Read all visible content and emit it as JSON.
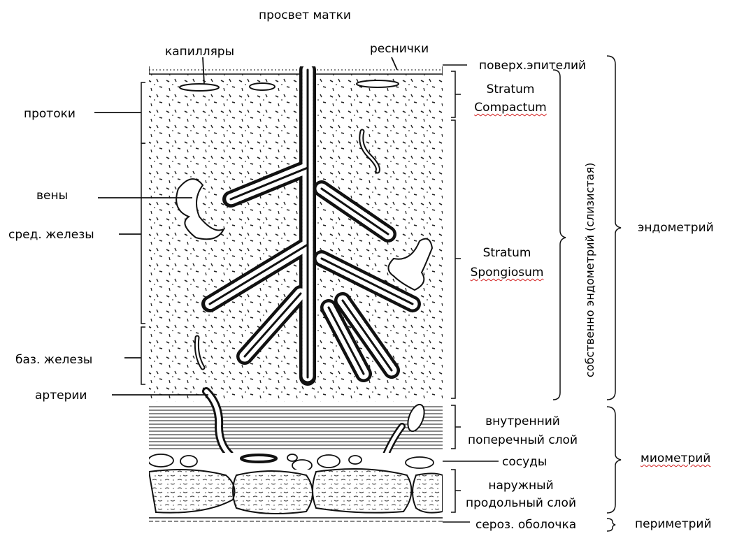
{
  "labels": {
    "top": "просвет матки",
    "capillaries": "капилляры",
    "cilia": "реснички",
    "surface_epithelium": "поверх.эпителий",
    "ducts": "протоки",
    "veins": "вены",
    "middle_glands": "сред. железы",
    "basal_glands": "баз. железы",
    "arteries": "артерии",
    "stratum_compactum_1": "Stratum",
    "stratum_compactum_2": "Compactum",
    "stratum_spongiosum_1": "Stratum",
    "stratum_spongiosum_2": "Spongiosum",
    "inner_layer_1": "внутренний",
    "inner_layer_2": "поперечный слой",
    "vessels": "сосуды",
    "outer_layer_1": "наружный",
    "outer_layer_2": "продольный слой",
    "serosa": "сероз. оболочка",
    "endometrium_proper": "собственно эндометрий (слизистая)",
    "endometrium": "эндометрий",
    "myometrium": "миометрий",
    "perimetrium": "периметрий"
  }
}
